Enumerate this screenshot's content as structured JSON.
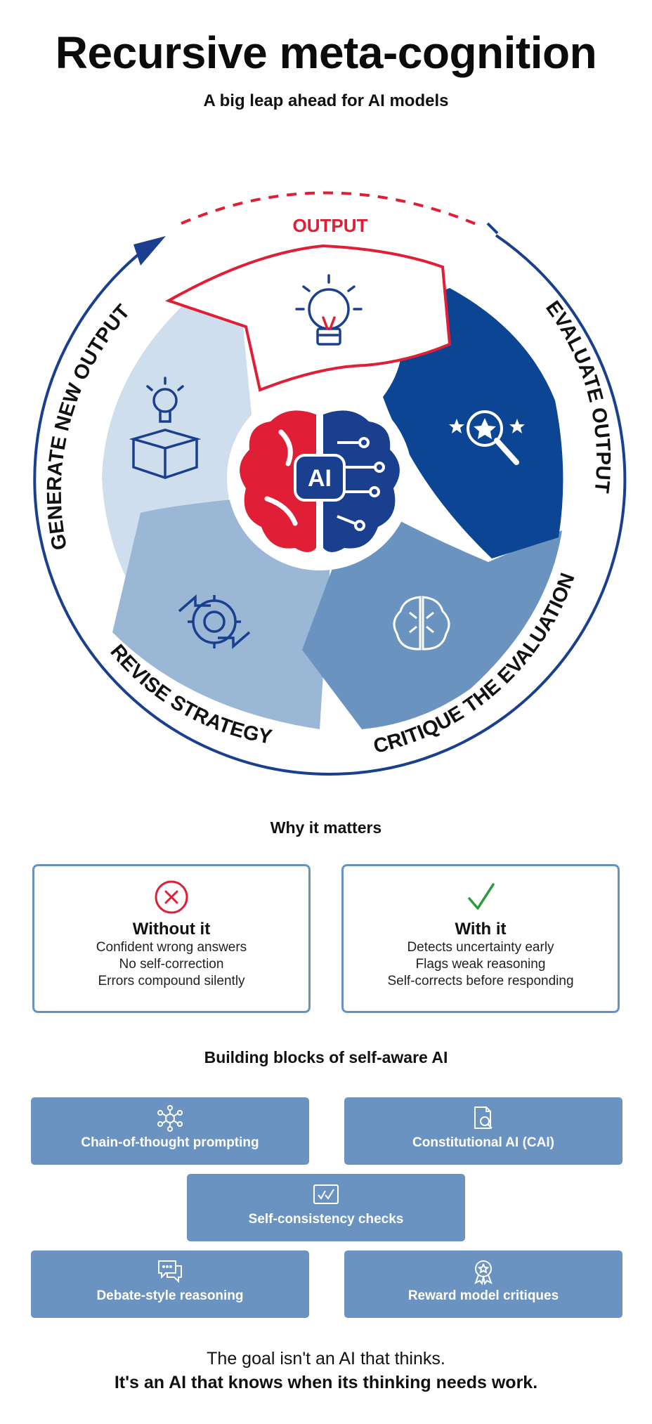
{
  "header": {
    "title": "Recursive meta-cognition",
    "subtitle": "A big leap ahead for AI models"
  },
  "cycle": {
    "top_label": "OUTPUT",
    "center_label": "AI",
    "segments": [
      {
        "label": "EVALUATE OUTPUT",
        "icon": "magnifier-stars-icon"
      },
      {
        "label": "CRITIQUE THE EVALUATION",
        "icon": "brain-circuit-icon"
      },
      {
        "label": "REVISE STRATEGY",
        "icon": "gear-arrows-icon"
      },
      {
        "label": "GENERATE NEW OUTPUT",
        "icon": "idea-box-icon"
      }
    ],
    "colors": {
      "red": "#e01e35",
      "navy": "#1b3f8f",
      "evaluate": "#0b4594",
      "critique": "#6a93c0",
      "revise": "#9ab7d6",
      "generate": "#cfdeec"
    }
  },
  "why": {
    "heading": "Why it matters",
    "without": {
      "icon": "x-circle-icon",
      "title": "Without it",
      "lines": [
        "Confident wrong answers",
        "No self-correction",
        "Errors compound silently"
      ]
    },
    "with": {
      "icon": "checkmark-icon",
      "title": "With it",
      "lines": [
        "Detects uncertainty early",
        "Flags weak reasoning",
        "Self-corrects before responding"
      ]
    }
  },
  "blocks": {
    "heading": "Building blocks of self-aware AI",
    "items": [
      {
        "label": "Chain-of-thought prompting",
        "icon": "network-nodes-icon"
      },
      {
        "label": "Constitutional AI (CAI)",
        "icon": "document-search-icon"
      },
      {
        "label": "Self-consistency checks",
        "icon": "checkmarks-icon"
      },
      {
        "label": "Debate-style reasoning",
        "icon": "chat-bubbles-icon"
      },
      {
        "label": "Reward model critiques",
        "icon": "award-badge-icon"
      }
    ]
  },
  "footer": {
    "line1": "The goal isn't an AI that thinks.",
    "line2": "It's an AI that knows when its thinking needs work."
  }
}
